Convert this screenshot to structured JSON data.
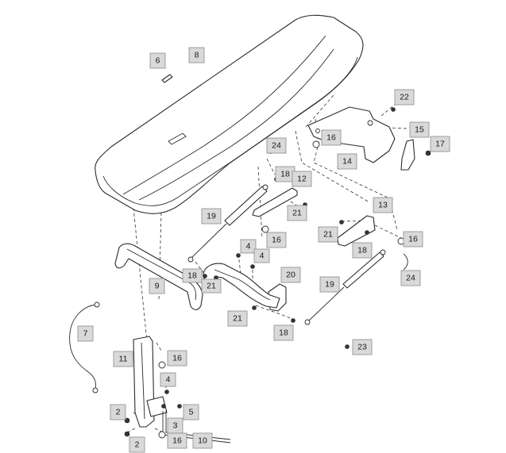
{
  "callouts": {
    "c2a": "2",
    "c2b": "2",
    "c3": "3",
    "c4a": "4",
    "c4b": "4",
    "c4c": "4",
    "c5": "5",
    "c6": "6",
    "c7": "7",
    "c8": "8",
    "c9": "9",
    "c10": "10",
    "c11": "11",
    "c12": "12",
    "c13": "13",
    "c14": "14",
    "c15": "15",
    "c16a": "16",
    "c16b": "16",
    "c16c": "16",
    "c16d": "16",
    "c16e": "16",
    "c17": "17",
    "c18a": "18",
    "c18b": "18",
    "c18c": "18",
    "c18d": "18",
    "c19a": "19",
    "c19b": "19",
    "c20": "20",
    "c21a": "21",
    "c21b": "21",
    "c21c": "21",
    "c21d": "21",
    "c22": "22",
    "c23": "23",
    "c24a": "24",
    "c24b": "24"
  },
  "colors": {
    "callout_fill": "#d9d9d9",
    "callout_border": "#8a8a8a",
    "line": "#2b2b2b"
  }
}
